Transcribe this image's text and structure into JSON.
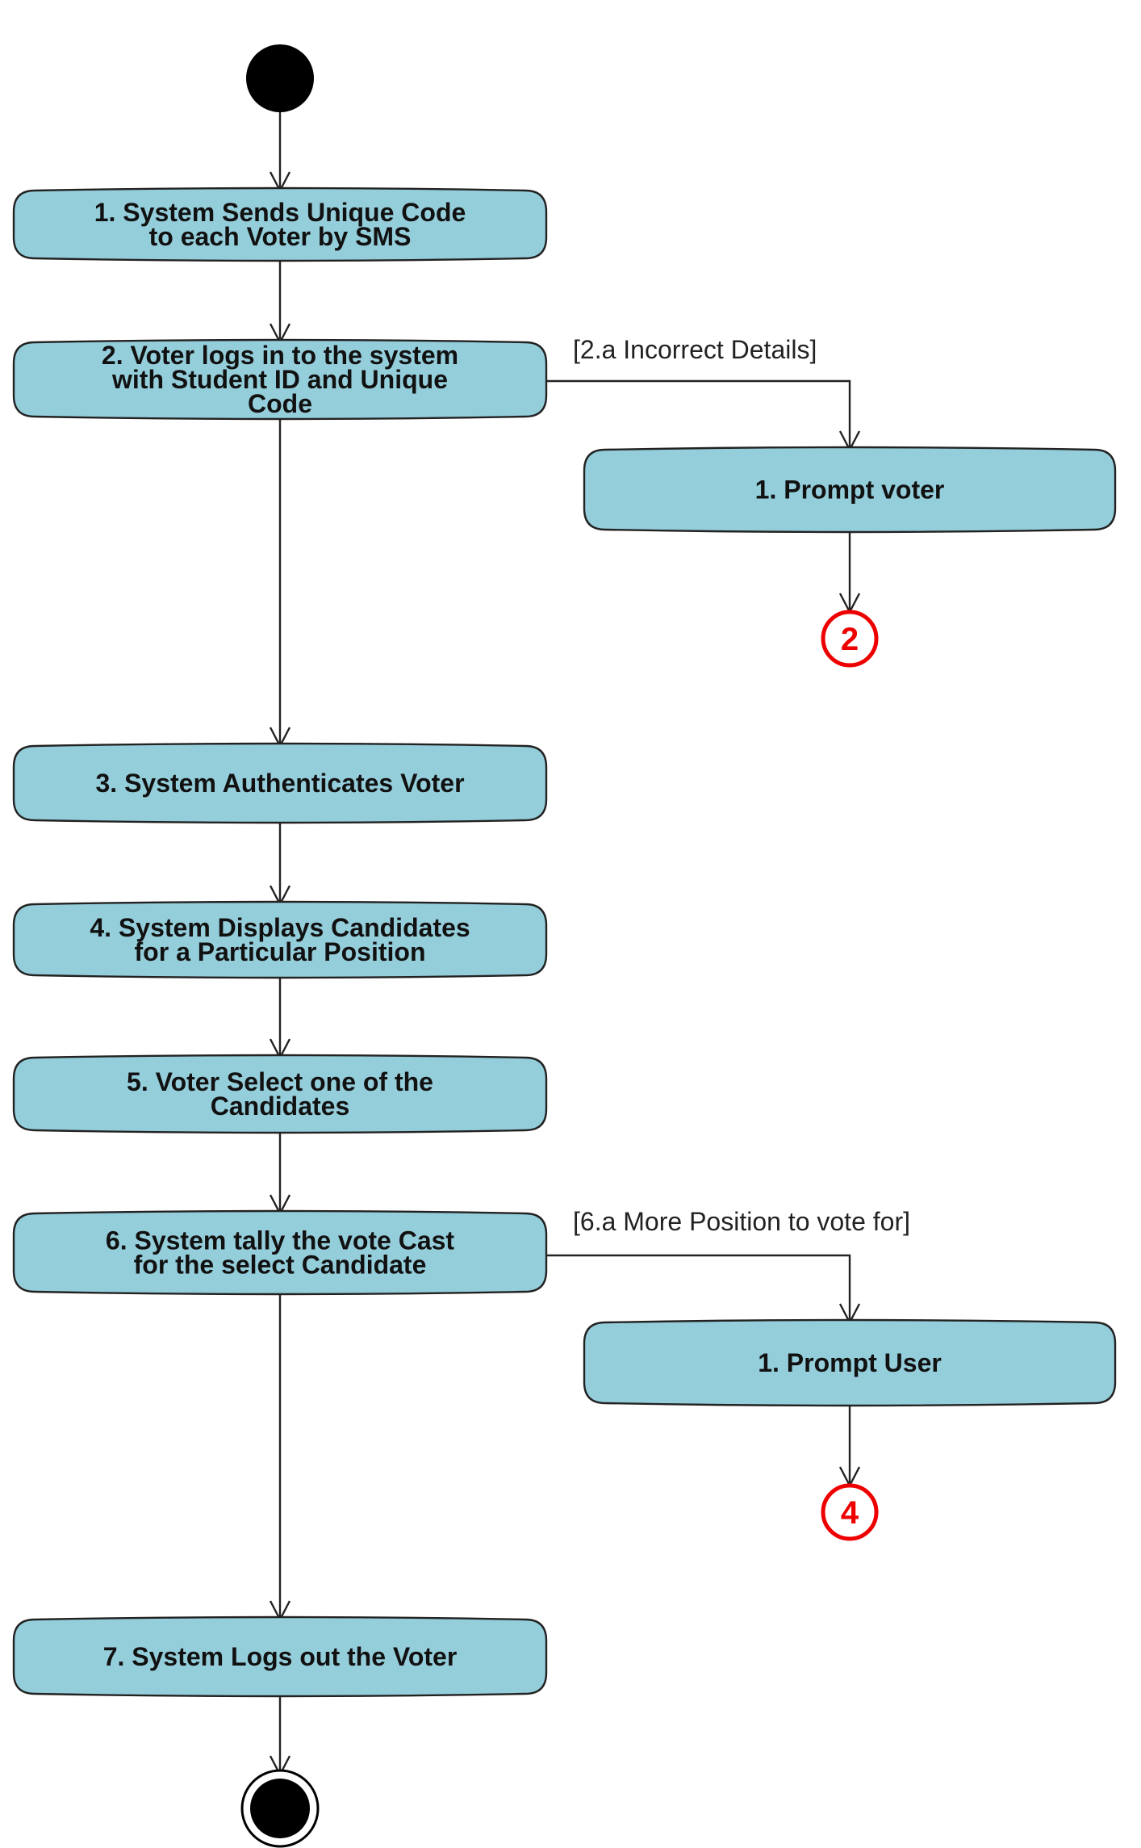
{
  "diagram": {
    "colors": {
      "action_fill": "#95CEDB",
      "stroke": "#222222",
      "connector": "#EE0000"
    },
    "actions": {
      "a1": [
        "1.  System Sends Unique Code",
        "to each Voter by SMS"
      ],
      "a2": [
        "2.  Voter logs in to the system",
        "with Student ID and Unique",
        "Code"
      ],
      "a2a": [
        "1.  Prompt voter"
      ],
      "a3": [
        "3.  System Authenticates Voter"
      ],
      "a4": [
        "4.  System Displays Candidates",
        "for a Particular Position"
      ],
      "a5": [
        "5.  Voter Select one of the",
        "Candidates"
      ],
      "a6": [
        "6.  System tally the vote Cast",
        "for the select Candidate"
      ],
      "a6a": [
        "1.  Prompt User"
      ],
      "a7": [
        "7.  System Logs out the Voter"
      ]
    },
    "guards": {
      "g2a": "[2.a  Incorrect Details]",
      "g6a": "[6.a  More Position to vote for]"
    },
    "connectors": {
      "c2": "2",
      "c4": "4"
    }
  }
}
